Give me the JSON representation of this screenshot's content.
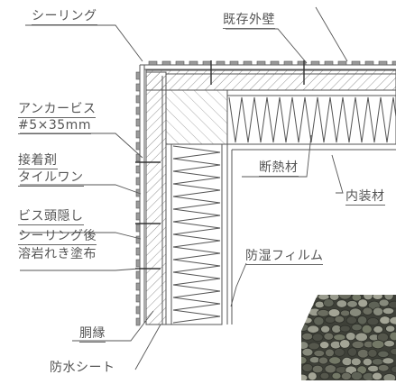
{
  "labels": {
    "sealing_top": "シーリング",
    "existing_wall": "既存外壁",
    "anchor_screw": "アンカービス",
    "anchor_spec": "#5×35mm",
    "adhesive": "接着剤",
    "adhesive_product": "タイルワン",
    "screw_head_hide": "ビス頭隠し",
    "sealing_after": "シーリング後",
    "dissolve_apply": "溶岩れき塗布",
    "insulation": "断熱材",
    "interior": "内装材",
    "moisture_film": "防湿フィルム",
    "furring": "胴縁",
    "waterproof_sheet": "防水シート"
  },
  "icons": [
    "lava-stone-photo"
  ],
  "colors": {
    "line": "#5a5a5a",
    "text": "#555555"
  }
}
